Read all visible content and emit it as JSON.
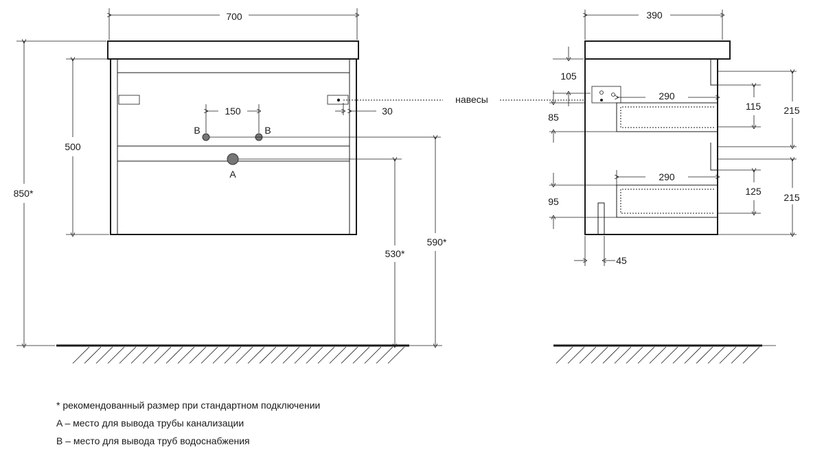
{
  "front_view": {
    "width": "700",
    "height_total": "850*",
    "body_height": "500",
    "pipe_spacing": "150",
    "hinge_offset": "30",
    "label_b_left": "B",
    "label_b_right": "B",
    "label_a": "A",
    "height_a": "530*",
    "height_b": "590*"
  },
  "hinges_label": "навесы",
  "side_view": {
    "depth": "390",
    "top_offset": "105",
    "hinge_gap": "85",
    "drawer_depth_top": "290",
    "drawer_depth_bottom": "290",
    "inner_height_top": "115",
    "drawer_height_top": "215",
    "gap_bottom": "95",
    "inner_height_bottom": "125",
    "drawer_height_bottom": "215",
    "foot_width": "45"
  },
  "notes": [
    "* рекомендованный размер при стандартном подключении",
    "A – место для вывода трубы канализации",
    "B – место для вывода труб водоснабжения"
  ],
  "colors": {
    "line": "#1a1a1a",
    "pipe": "#777777",
    "background": "#ffffff"
  }
}
